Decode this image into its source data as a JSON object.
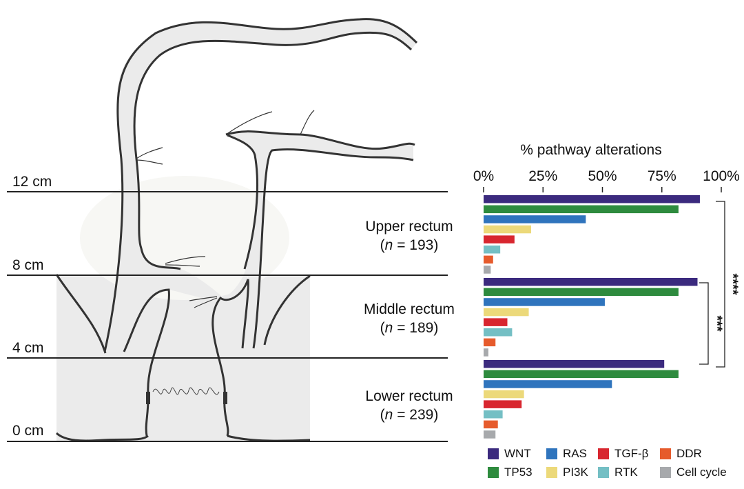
{
  "figure": {
    "depth_markers": [
      "12 cm",
      "8 cm",
      "4 cm",
      "0 cm"
    ]
  },
  "chart_data": {
    "type": "bar",
    "orientation": "horizontal",
    "title": "% pathway alterations",
    "xlabel": "% pathway alterations",
    "xlim": [
      0,
      100
    ],
    "xticks": [
      "0%",
      "25%",
      "50%",
      "75%",
      "100%"
    ],
    "grid": false,
    "legend_position": "bottom",
    "groups": [
      {
        "name": "Upper rectum",
        "n_label": "n",
        "n_value": "= 193"
      },
      {
        "name": "Middle rectum",
        "n_label": "n",
        "n_value": "= 189"
      },
      {
        "name": "Lower rectum",
        "n_label": "n",
        "n_value": "= 239"
      }
    ],
    "series": [
      {
        "name": "WNT",
        "color": "#3b2a7e",
        "values": [
          91,
          90,
          76
        ]
      },
      {
        "name": "TP53",
        "color": "#2e8b3e",
        "values": [
          82,
          82,
          82
        ]
      },
      {
        "name": "RAS",
        "color": "#2f74bd",
        "values": [
          43,
          51,
          54
        ]
      },
      {
        "name": "PI3K",
        "color": "#ecd97a",
        "values": [
          20,
          19,
          17
        ]
      },
      {
        "name": "TGF-β",
        "color": "#d8262f",
        "values": [
          13,
          10,
          16
        ]
      },
      {
        "name": "RTK",
        "color": "#74bfc4",
        "values": [
          7,
          12,
          8
        ]
      },
      {
        "name": "DDR",
        "color": "#e65b2c",
        "values": [
          4,
          5,
          6
        ]
      },
      {
        "name": "Cell cycle",
        "color": "#a7a9ac",
        "values": [
          3,
          2,
          5
        ]
      }
    ],
    "legend_order": [
      "WNT",
      "RAS",
      "TGF-β",
      "DDR",
      "TP53",
      "PI3K",
      "RTK",
      "Cell cycle"
    ],
    "significance": [
      {
        "between": [
          "Upper rectum",
          "Lower rectum"
        ],
        "label": "****"
      },
      {
        "between": [
          "Middle rectum",
          "Lower rectum"
        ],
        "label": "***"
      }
    ]
  }
}
